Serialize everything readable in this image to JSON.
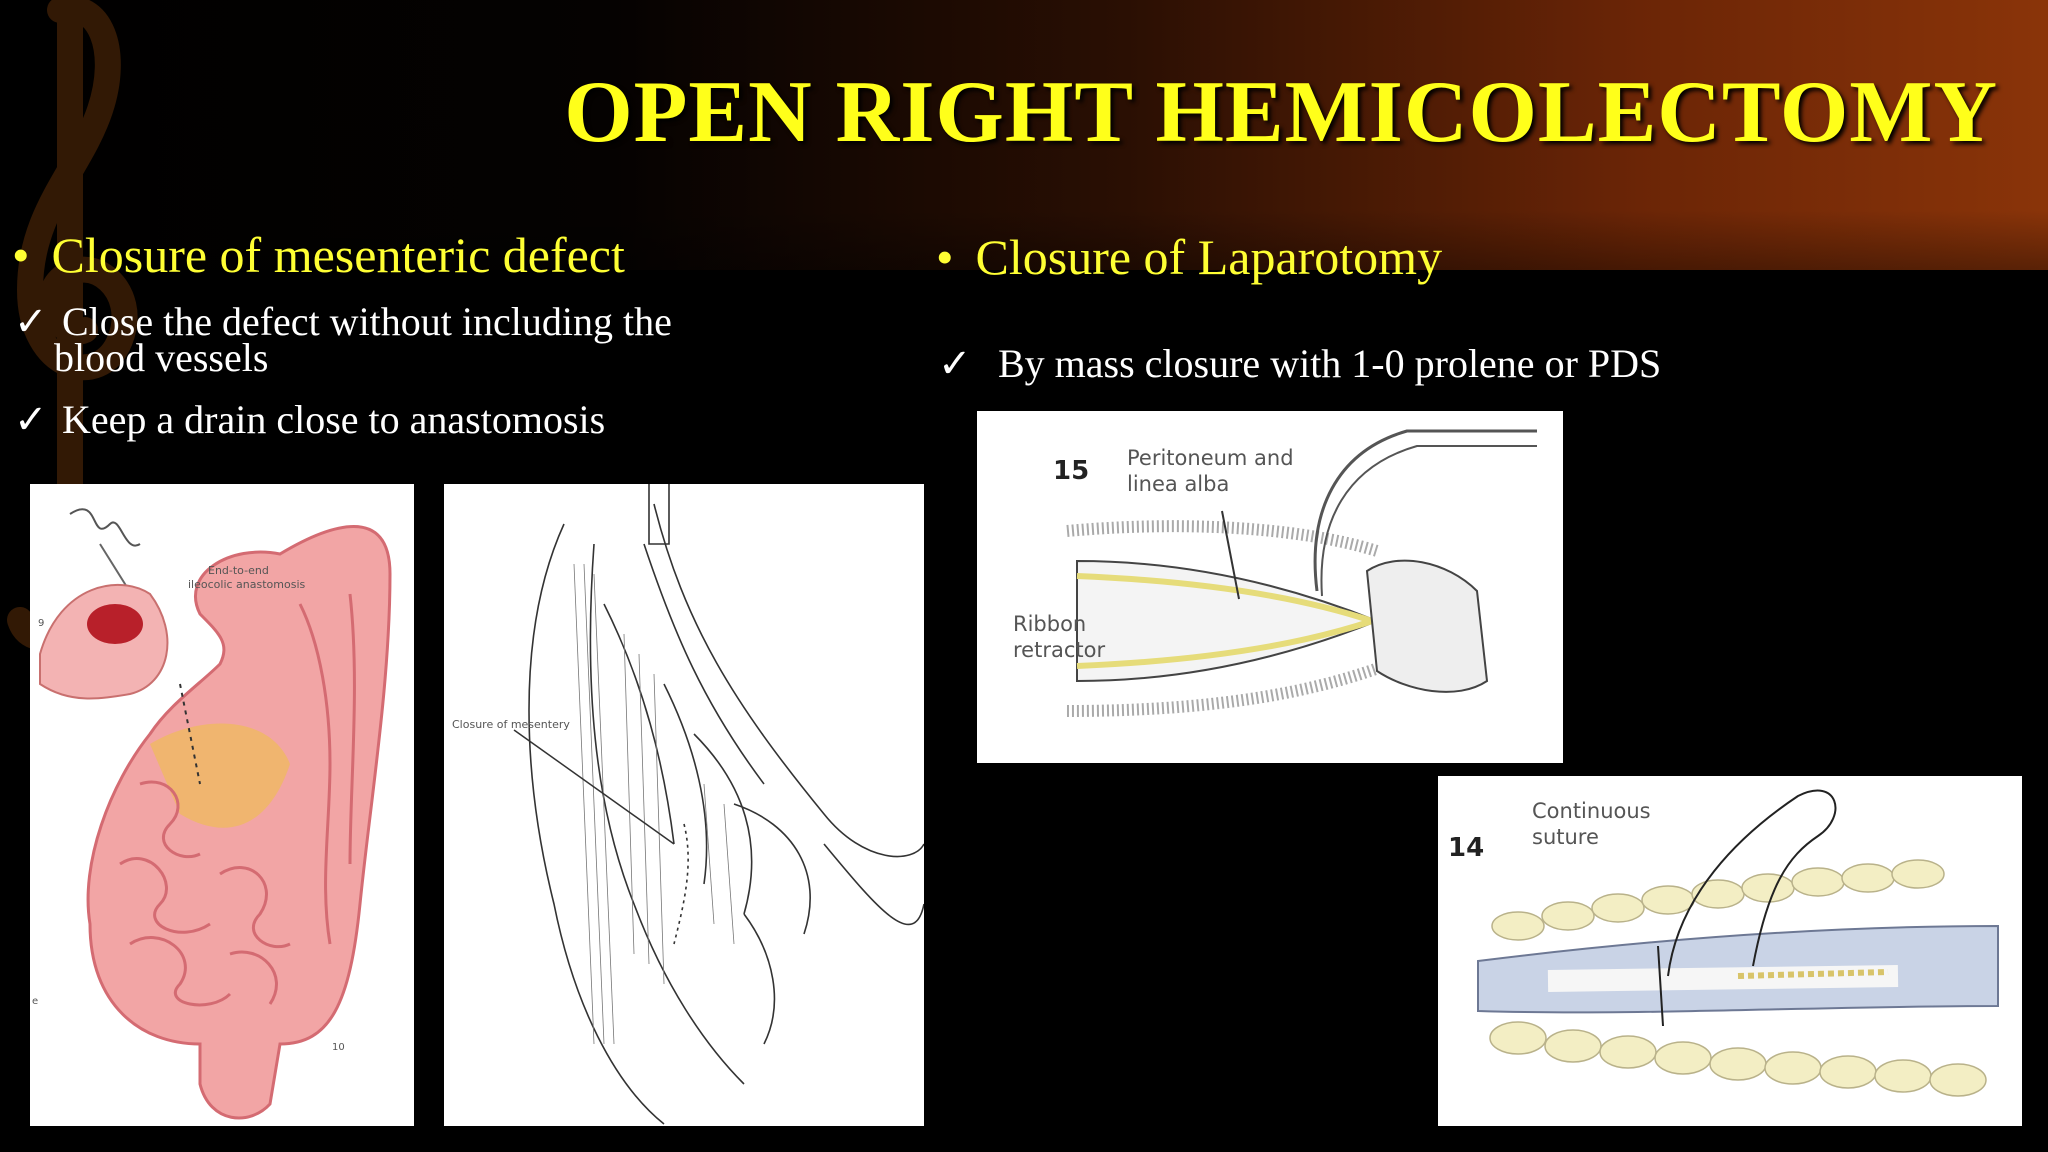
{
  "slide": {
    "title": "OPEN RIGHT HEMICOLECTOMY",
    "colors": {
      "title": "#ffff1a",
      "bullet": "#ffff33",
      "body_text": "#ffffff",
      "background": "#000000",
      "band_accent": "#8a3409"
    }
  },
  "left_column": {
    "bullet": "Closure of mesenteric defect",
    "checks": [
      {
        "line1": "Close the defect without including the",
        "line2": "blood vessels"
      },
      {
        "line1": "Keep a drain close to anastomosis"
      }
    ],
    "bullet_glyph": "•",
    "check_glyph": "✓"
  },
  "right_column": {
    "bullet": "Closure of Laparotomy",
    "checks": [
      {
        "line1": "By mass closure with 1-0 prolene or PDS"
      }
    ]
  },
  "figures": {
    "anastomosis": {
      "label_line1": "End-to-end",
      "label_line2": "ileocolic anastomosis",
      "small_num_top": "9",
      "small_num_bottom": "10",
      "edge_letter": "e"
    },
    "mesentery": {
      "label": "Closure of mesentery"
    },
    "laparotomy_15": {
      "number": "15",
      "label_a_line1": "Peritoneum and",
      "label_a_line2": "linea alba",
      "label_b_line1": "Ribbon",
      "label_b_line2": "retractor"
    },
    "laparotomy_14": {
      "number": "14",
      "label_line1": "Continuous",
      "label_line2": "suture"
    }
  }
}
